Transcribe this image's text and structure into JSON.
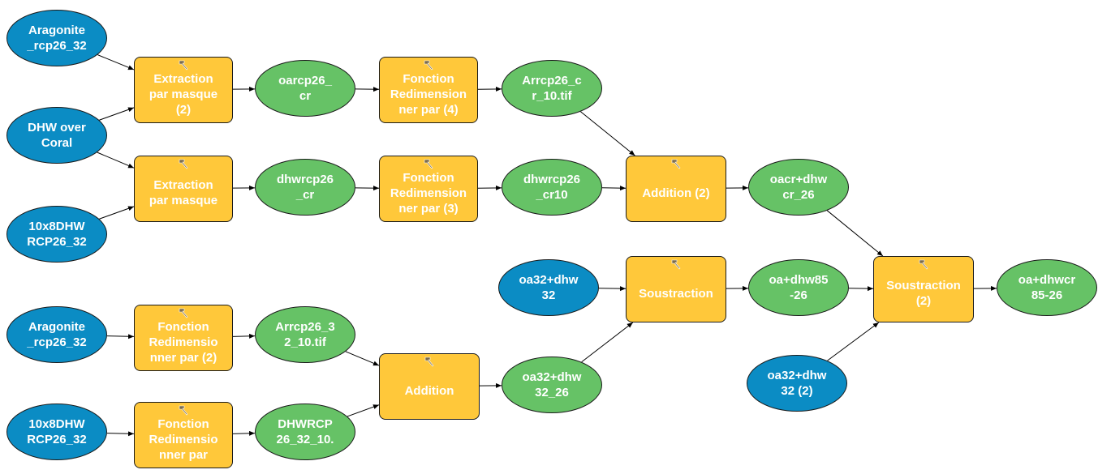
{
  "colors": {
    "input": "#0b8cc4",
    "data": "#66c266",
    "tool": "#ffc83a"
  },
  "icon": "hammer-icon",
  "nodes": {
    "in_arag1": {
      "type": "input",
      "label": "Aragonite\n_rcp26_32"
    },
    "in_dhw_over": {
      "type": "input",
      "label": "DHW over\nCoral"
    },
    "in_10x8_1": {
      "type": "input",
      "label": "10x8DHW\nRCP26_32"
    },
    "in_arag2": {
      "type": "input",
      "label": "Aragonite\n_rcp26_32"
    },
    "in_10x8_2": {
      "type": "input",
      "label": "10x8DHW\nRCP26_32"
    },
    "in_oa32": {
      "type": "input",
      "label": "oa32+dhw\n32"
    },
    "in_oa32b": {
      "type": "input",
      "label": "oa32+dhw\n32 (2)"
    },
    "t_extr2": {
      "type": "tool",
      "label": "Extraction\npar masque\n(2)"
    },
    "t_extr": {
      "type": "tool",
      "label": "Extraction\npar masque"
    },
    "t_fr4": {
      "type": "tool",
      "label": "Fonction\nRedimension\nner par (4)"
    },
    "t_fr3": {
      "type": "tool",
      "label": "Fonction\nRedimension\nner par (3)"
    },
    "t_fr2": {
      "type": "tool",
      "label": "Fonction\nRedimensio\nnner par (2)"
    },
    "t_fr": {
      "type": "tool",
      "label": "Fonction\nRedimensio\nnner par"
    },
    "t_add2": {
      "type": "tool",
      "label": "Addition (2)"
    },
    "t_add": {
      "type": "tool",
      "label": "Addition"
    },
    "t_sous": {
      "type": "tool",
      "label": "Soustraction"
    },
    "t_sous2": {
      "type": "tool",
      "label": "Soustraction\n(2)"
    },
    "d_oarcp": {
      "type": "data",
      "label": "oarcp26_\ncr"
    },
    "d_dhwrcp": {
      "type": "data",
      "label": "dhwrcp26\n_cr"
    },
    "d_arrcp_cr": {
      "type": "data",
      "label": "Arrcp26_c\nr_10.tif"
    },
    "d_dhwrcp10": {
      "type": "data",
      "label": "dhwrcp26\n_cr10"
    },
    "d_oacr": {
      "type": "data",
      "label": "oacr+dhw\ncr_26"
    },
    "d_arrcp32": {
      "type": "data",
      "label": "Arrcp26_3\n2_10.tif"
    },
    "d_dhwrcp32": {
      "type": "data",
      "label": "DHWRCP\n26_32_10."
    },
    "d_oa32_26": {
      "type": "data",
      "label": "oa32+dhw\n32_26"
    },
    "d_oadhw85": {
      "type": "data",
      "label": "oa+dhw85\n-26"
    },
    "d_final": {
      "type": "data",
      "label": "oa+dhwcr\n85-26"
    }
  }
}
